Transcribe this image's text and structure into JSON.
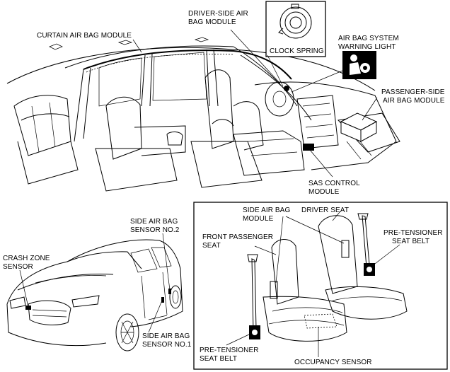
{
  "labels": {
    "curtain_airbag": "CURTAIN AIR BAG MODULE",
    "driver_airbag_1": "DRIVER-SIDE AIR",
    "driver_airbag_2": "BAG MODULE",
    "clock_spring": "CLOCK SPRING",
    "warning_light_1": "AIR BAG SYSTEM",
    "warning_light_2": "WARNING LIGHT",
    "passenger_airbag_1": "PASSENGER-SIDE",
    "passenger_airbag_2": "AIR BAG MODULE",
    "sas_1": "SAS CONTROL",
    "sas_2": "MODULE",
    "side_sensor2_1": "SIDE AIR BAG",
    "side_sensor2_2": "SENSOR NO.2",
    "crash_zone_1": "CRASH ZONE",
    "crash_zone_2": "SENSOR",
    "side_sensor1_1": "SIDE AIR BAG",
    "side_sensor1_2": "SENSOR NO.1",
    "side_module_1": "SIDE AIR BAG",
    "side_module_2": "MODULE",
    "driver_seat": "DRIVER SEAT",
    "front_pass_1": "FRONT PASSENGER",
    "front_pass_2": "SEAT",
    "pretens_right_1": "PRE-TENSIONER",
    "pretens_right_2": "SEAT BELT",
    "pretens_left_1": "PRE-TENSIONER",
    "pretens_left_2": "SEAT BELT",
    "occupancy": "OCCUPANCY SENSOR"
  },
  "colors": {
    "ink": "#000000",
    "paper": "#ffffff"
  },
  "icons": [
    "clock-spring-icon",
    "airbag-warning-icon"
  ]
}
